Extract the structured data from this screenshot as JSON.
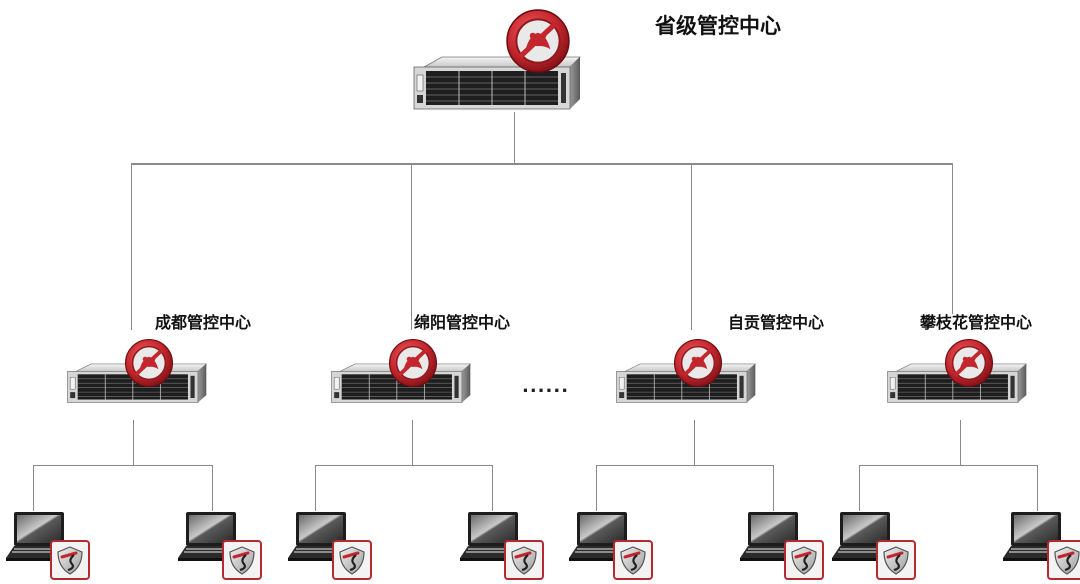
{
  "root": {
    "label": "省级管控中心",
    "icon": "server-with-antivirus-badge"
  },
  "regions": [
    {
      "label": "成都管控中心",
      "icon": "server-with-antivirus-badge",
      "clients": [
        {
          "icon": "laptop-with-shield-badge"
        },
        {
          "icon": "laptop-with-shield-badge"
        }
      ]
    },
    {
      "label": "绵阳管控中心",
      "icon": "server-with-antivirus-badge",
      "clients": [
        {
          "icon": "laptop-with-shield-badge"
        },
        {
          "icon": "laptop-with-shield-badge"
        }
      ]
    },
    {
      "label": "自贡管控中心",
      "icon": "server-with-antivirus-badge",
      "clients": [
        {
          "icon": "laptop-with-shield-badge"
        },
        {
          "icon": "laptop-with-shield-badge"
        }
      ]
    },
    {
      "label": "攀枝花管控中心",
      "icon": "server-with-antivirus-badge",
      "clients": [
        {
          "icon": "laptop-with-shield-badge"
        },
        {
          "icon": "laptop-with-shield-badge"
        }
      ]
    }
  ],
  "ellipsis": "......",
  "colors": {
    "badge_red": "#c4262e",
    "line": "#8a8a8a"
  }
}
